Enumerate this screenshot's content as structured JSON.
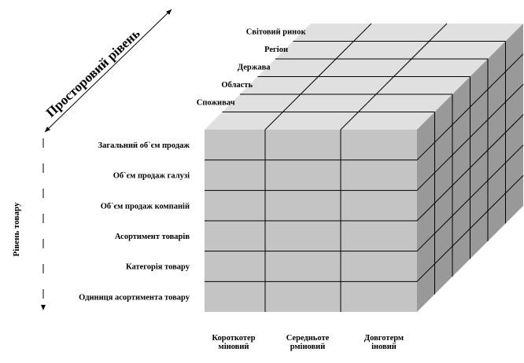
{
  "axes": {
    "spatial_level": "Просторовий рівень",
    "product_level": "Рівень товару"
  },
  "spatial_levels": [
    "Споживач",
    "Область",
    "Держава",
    "Регіон",
    "Світовий ринок"
  ],
  "product_levels": [
    "Загальний об`єм продаж",
    "Об`єм продаж галузі",
    "Об`єм продаж компаній",
    "Асортимент товарів",
    "Категорія товару",
    "Одиниця асортимента товару"
  ],
  "time_horizons": [
    {
      "line1": "Короткотер",
      "line2": "міновий"
    },
    {
      "line1": "Середньоте",
      "line2": "рміновий"
    },
    {
      "line1": "Довготерм",
      "line2": "іновий"
    }
  ],
  "colors": {
    "front": "#c4c4c4",
    "top": "#e0e0e0",
    "side": "#999999"
  }
}
